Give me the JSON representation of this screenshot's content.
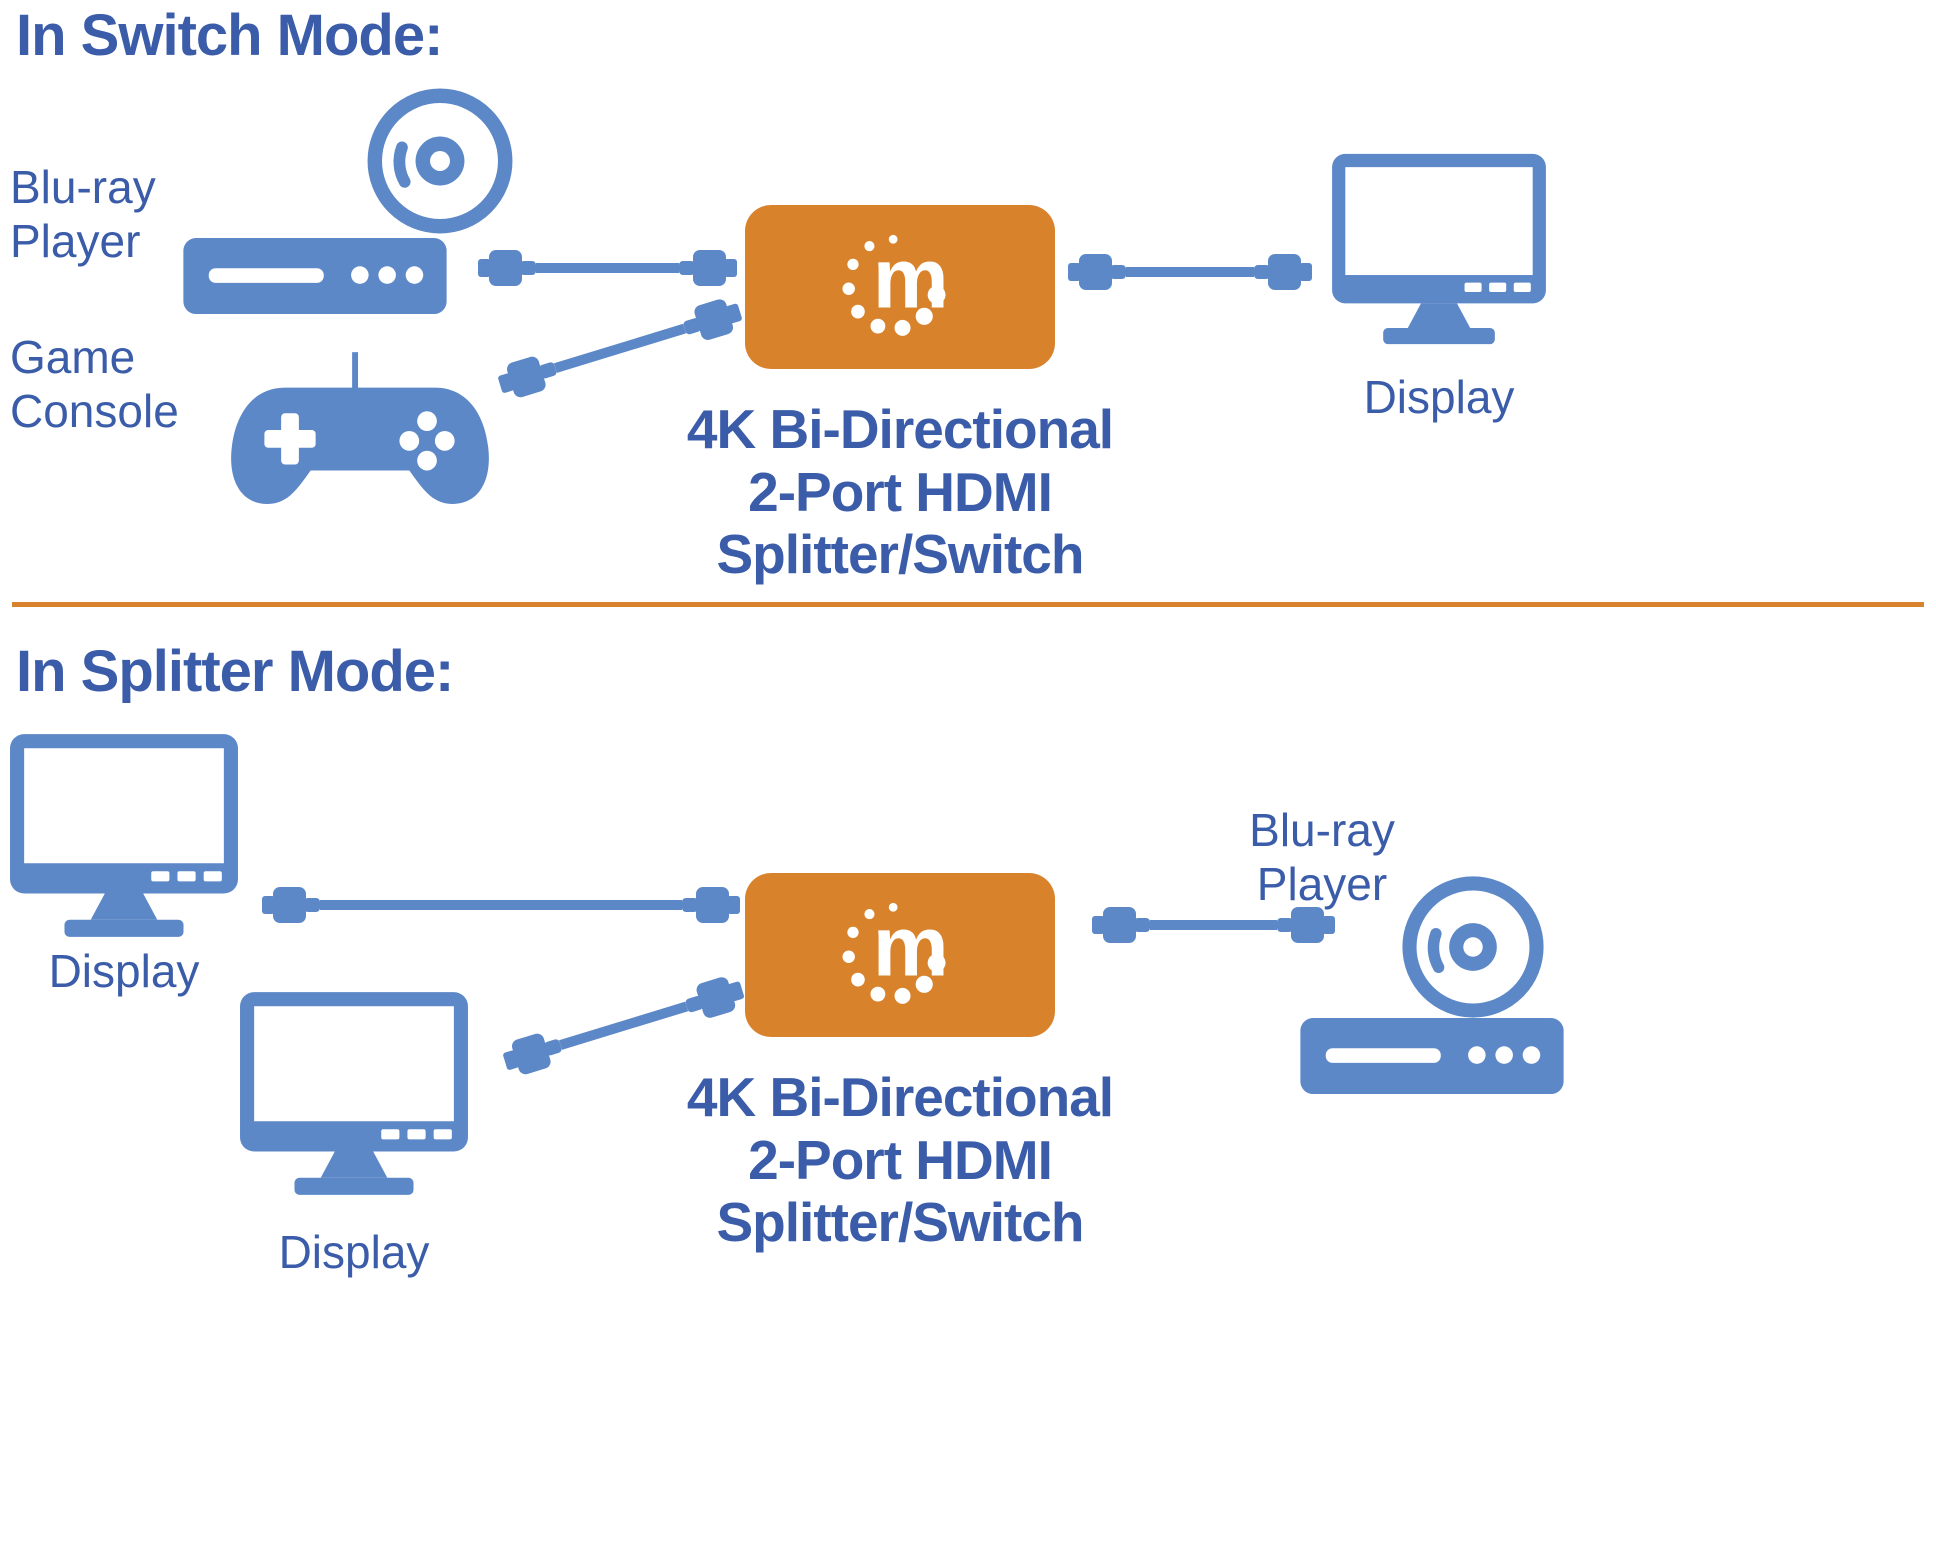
{
  "colors": {
    "icon_blue": "#5d88c8",
    "text_blue": "#3a5ca9",
    "device_orange": "#d8832b"
  },
  "logo": {
    "letter": "m"
  },
  "switch_section": {
    "title": "In Switch Mode:",
    "bluray_label": "Blu-ray\nPlayer",
    "game_label": "Game\nConsole",
    "display_label": "Display",
    "device_label": "4K Bi-Directional\n2-Port HDMI\nSplitter/Switch"
  },
  "splitter_section": {
    "title": "In Splitter Mode:",
    "display1_label": "Display",
    "display2_label": "Display",
    "bluray_label": "Blu-ray\nPlayer",
    "device_label": "4K Bi-Directional\n2-Port HDMI\nSplitter/Switch"
  }
}
